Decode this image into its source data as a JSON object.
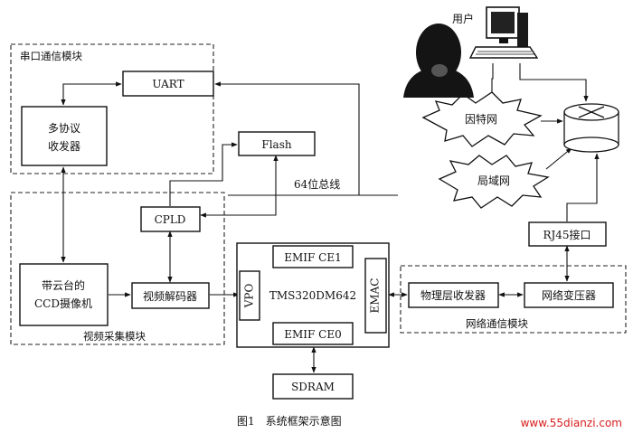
{
  "groups": {
    "serial": "串口通信模块",
    "video": "视频采集模块",
    "network": "网络通信模块"
  },
  "blocks": {
    "uart": "UART",
    "transceiver_line1": "多协议",
    "transceiver_line2": "收发器",
    "flash": "Flash",
    "cpld": "CPLD",
    "camera_line1": "带云台的",
    "camera_line2": "CCD摄像机",
    "decoder": "视频解码器",
    "emif_ce1": "EMIF CE1",
    "emif_ce0": "EMIF CE0",
    "vpo": "VPO",
    "dsp": "TMS320DM642",
    "emac": "EMAC",
    "sdram": "SDRAM",
    "phy": "物理层收发器",
    "transformer": "网络变压器",
    "rj45": "RJ45接口"
  },
  "labels": {
    "bus": "64位总线",
    "user": "用户",
    "internet": "因特网",
    "lan": "局域网"
  },
  "icons": {
    "user": "user-silhouette-icon",
    "computer": "computer-icon",
    "router": "router-icon"
  },
  "caption": "图1　系统框架示意图",
  "watermark": "www.55dianzi.com"
}
